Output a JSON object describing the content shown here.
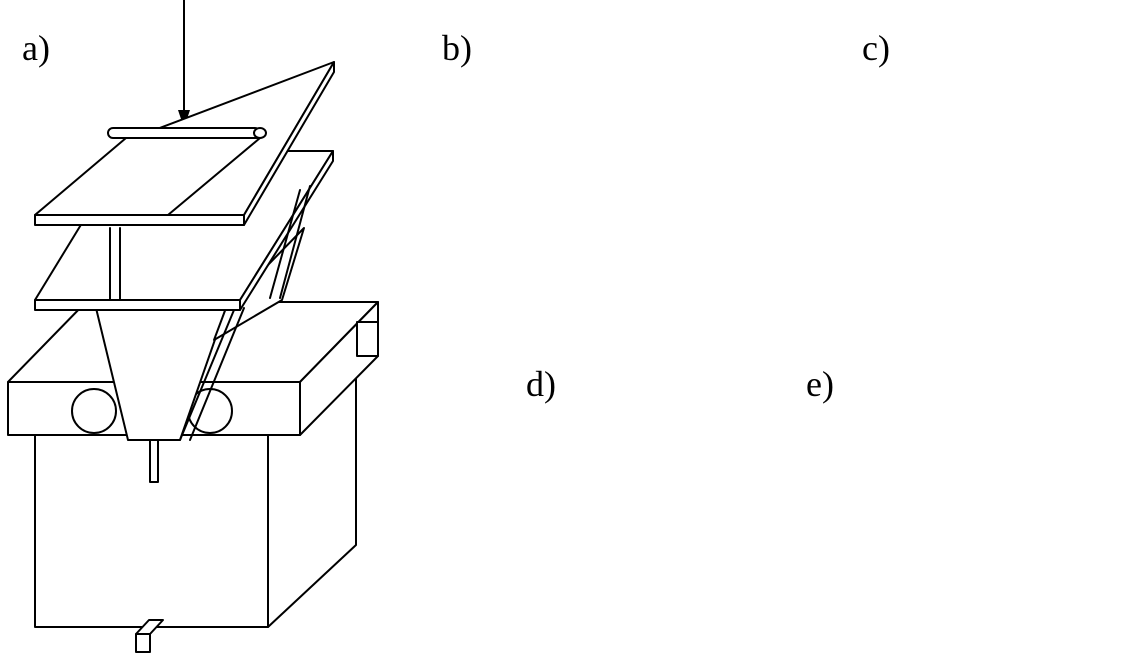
{
  "panels": [
    {
      "id": "a",
      "label": "a)"
    },
    {
      "id": "b",
      "label": "b)"
    },
    {
      "id": "c",
      "label": "c)"
    },
    {
      "id": "d",
      "label": "d)"
    },
    {
      "id": "e",
      "label": "e)"
    }
  ],
  "colors": {
    "line": "#000000",
    "background": "#ffffff"
  }
}
